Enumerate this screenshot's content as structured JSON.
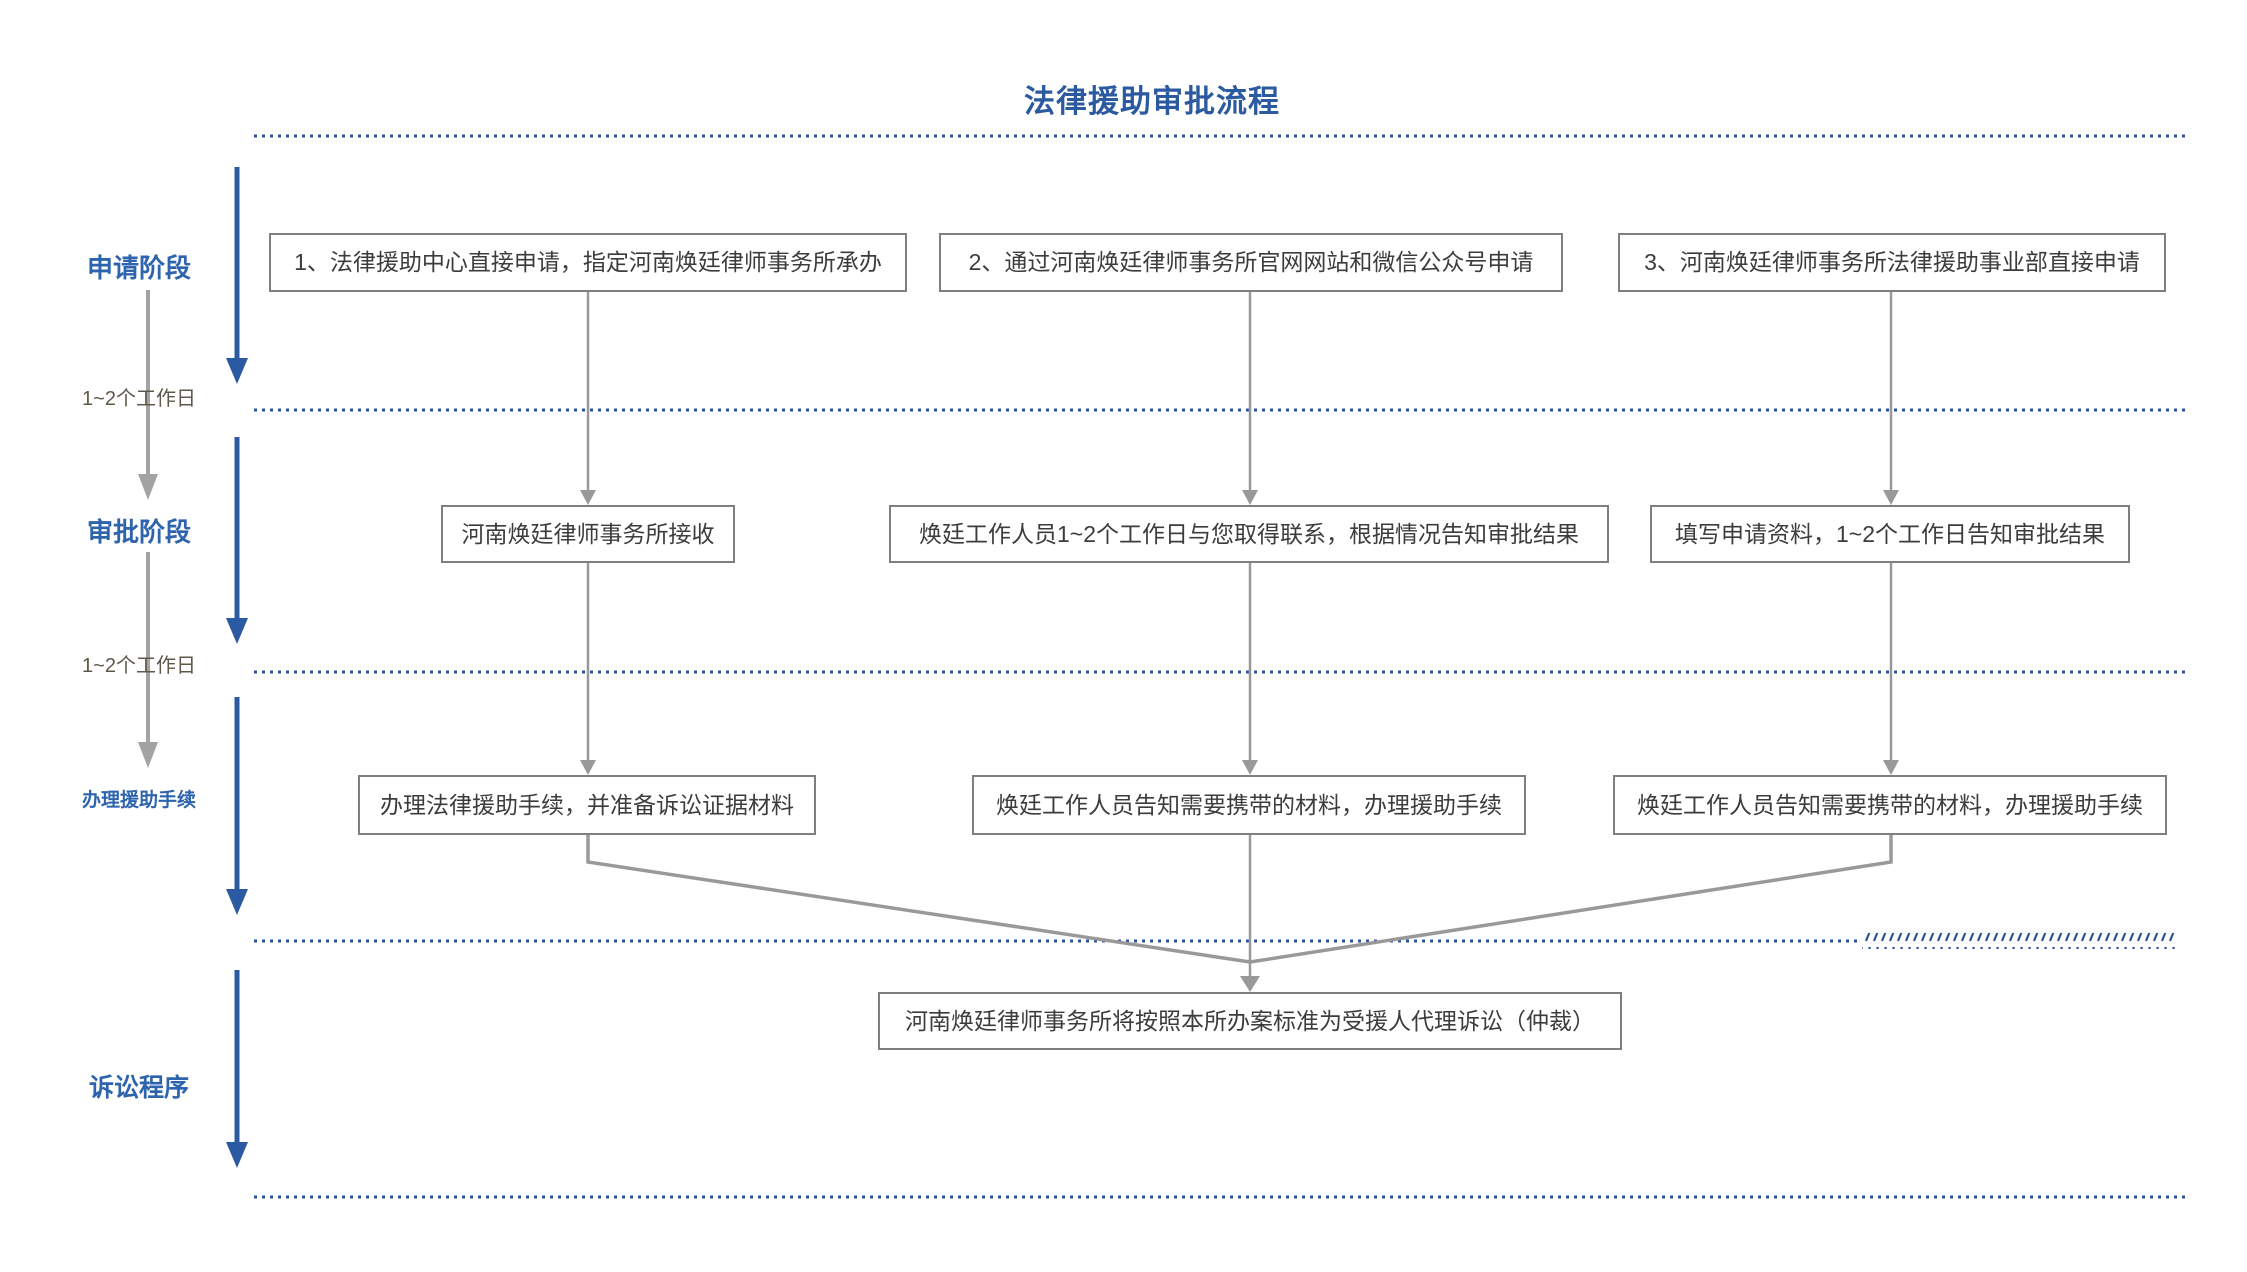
{
  "title": "法律援助审批流程",
  "sidebar": {
    "stages": [
      "申请阶段",
      "审批阶段",
      "办理援助手续",
      "诉讼程序"
    ],
    "durations": [
      "1~2个工作日",
      "1~2个工作日"
    ]
  },
  "flow": {
    "row1": [
      "1、法律援助中心直接申请，指定河南焕廷律师事务所承办",
      "2、通过河南焕廷律师事务所官网网站和微信公众号申请",
      "3、河南焕廷律师事务所法律援助事业部直接申请"
    ],
    "row2": [
      "河南焕廷律师事务所接收",
      "焕廷工作人员1~2个工作日与您取得联系，根据情况告知审批结果",
      "填写申请资料，1~2个工作日告知审批结果"
    ],
    "row3": [
      "办理法律援助手续，并准备诉讼证据材料",
      "焕廷工作人员告知需要携带的材料，办理援助手续",
      "焕廷工作人员告知需要携带的材料，办理援助手续"
    ],
    "final": "河南焕廷律师事务所将按照本所办案标准为受援人代理诉讼（仲裁）"
  },
  "colors": {
    "title_blue": "#2b5aa0",
    "stage_label_blue": "#2e64ae",
    "arrow_blue": "#2b5aa3",
    "dotted_separator_blue": "#2f5496",
    "duration_text_olive": "#5f584a",
    "connector_gray": "#999999",
    "box_border_gray": "#7f7f7f",
    "box_text": "#3c3c3c"
  }
}
